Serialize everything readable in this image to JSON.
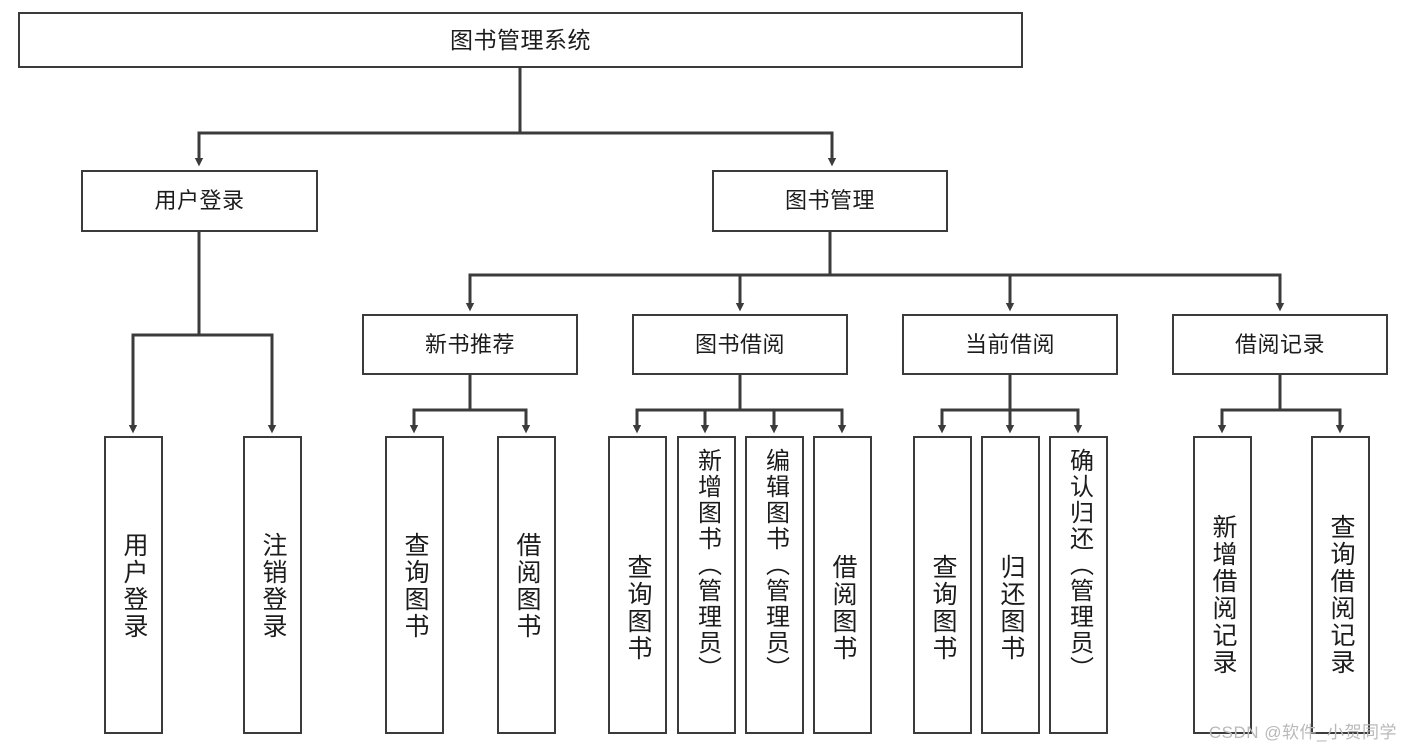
{
  "diagram": {
    "title": "图书管理系统",
    "type": "hierarchy-tree",
    "root": {
      "id": "root",
      "label": "图书管理系统"
    },
    "level2": [
      {
        "id": "user-login",
        "label": "用户登录"
      },
      {
        "id": "book-manage",
        "label": "图书管理"
      }
    ],
    "level3": [
      {
        "id": "new-book-rec",
        "label": "新书推荐",
        "parent": "book-manage"
      },
      {
        "id": "book-borrow",
        "label": "图书借阅",
        "parent": "book-manage"
      },
      {
        "id": "current-borrow",
        "label": "当前借阅",
        "parent": "book-manage"
      },
      {
        "id": "borrow-record",
        "label": "借阅记录",
        "parent": "book-manage"
      }
    ],
    "leaves": [
      {
        "id": "leaf-user-login",
        "label": "用户登录",
        "parent": "user-login"
      },
      {
        "id": "leaf-logout",
        "label": "注销登录",
        "parent": "user-login"
      },
      {
        "id": "leaf-query-book-1",
        "label": "查询图书",
        "parent": "new-book-rec"
      },
      {
        "id": "leaf-borrow-book-1",
        "label": "借阅图书",
        "parent": "new-book-rec"
      },
      {
        "id": "leaf-query-book-2",
        "label": "查询图书",
        "parent": "book-borrow"
      },
      {
        "id": "leaf-add-book",
        "label": "新增图书（管理员）",
        "parent": "book-borrow"
      },
      {
        "id": "leaf-edit-book",
        "label": "编辑图书（管理员）",
        "parent": "book-borrow"
      },
      {
        "id": "leaf-borrow-book-2",
        "label": "借阅图书",
        "parent": "book-borrow"
      },
      {
        "id": "leaf-query-book-3",
        "label": "查询图书",
        "parent": "current-borrow"
      },
      {
        "id": "leaf-return-book",
        "label": "归还图书",
        "parent": "current-borrow"
      },
      {
        "id": "leaf-confirm-return",
        "label": "确认归还（管理员）",
        "parent": "current-borrow"
      },
      {
        "id": "leaf-add-record",
        "label": "新增借阅记录",
        "parent": "borrow-record"
      },
      {
        "id": "leaf-query-record",
        "label": "查询借阅记录",
        "parent": "borrow-record"
      }
    ],
    "colors": {
      "stroke": "#3b3b3b",
      "fill": "#ffffff",
      "text": "#1c1c1c",
      "watermark": "#b9b9b9"
    }
  },
  "watermark": {
    "text": "CSDN @软件_小贺同学"
  }
}
